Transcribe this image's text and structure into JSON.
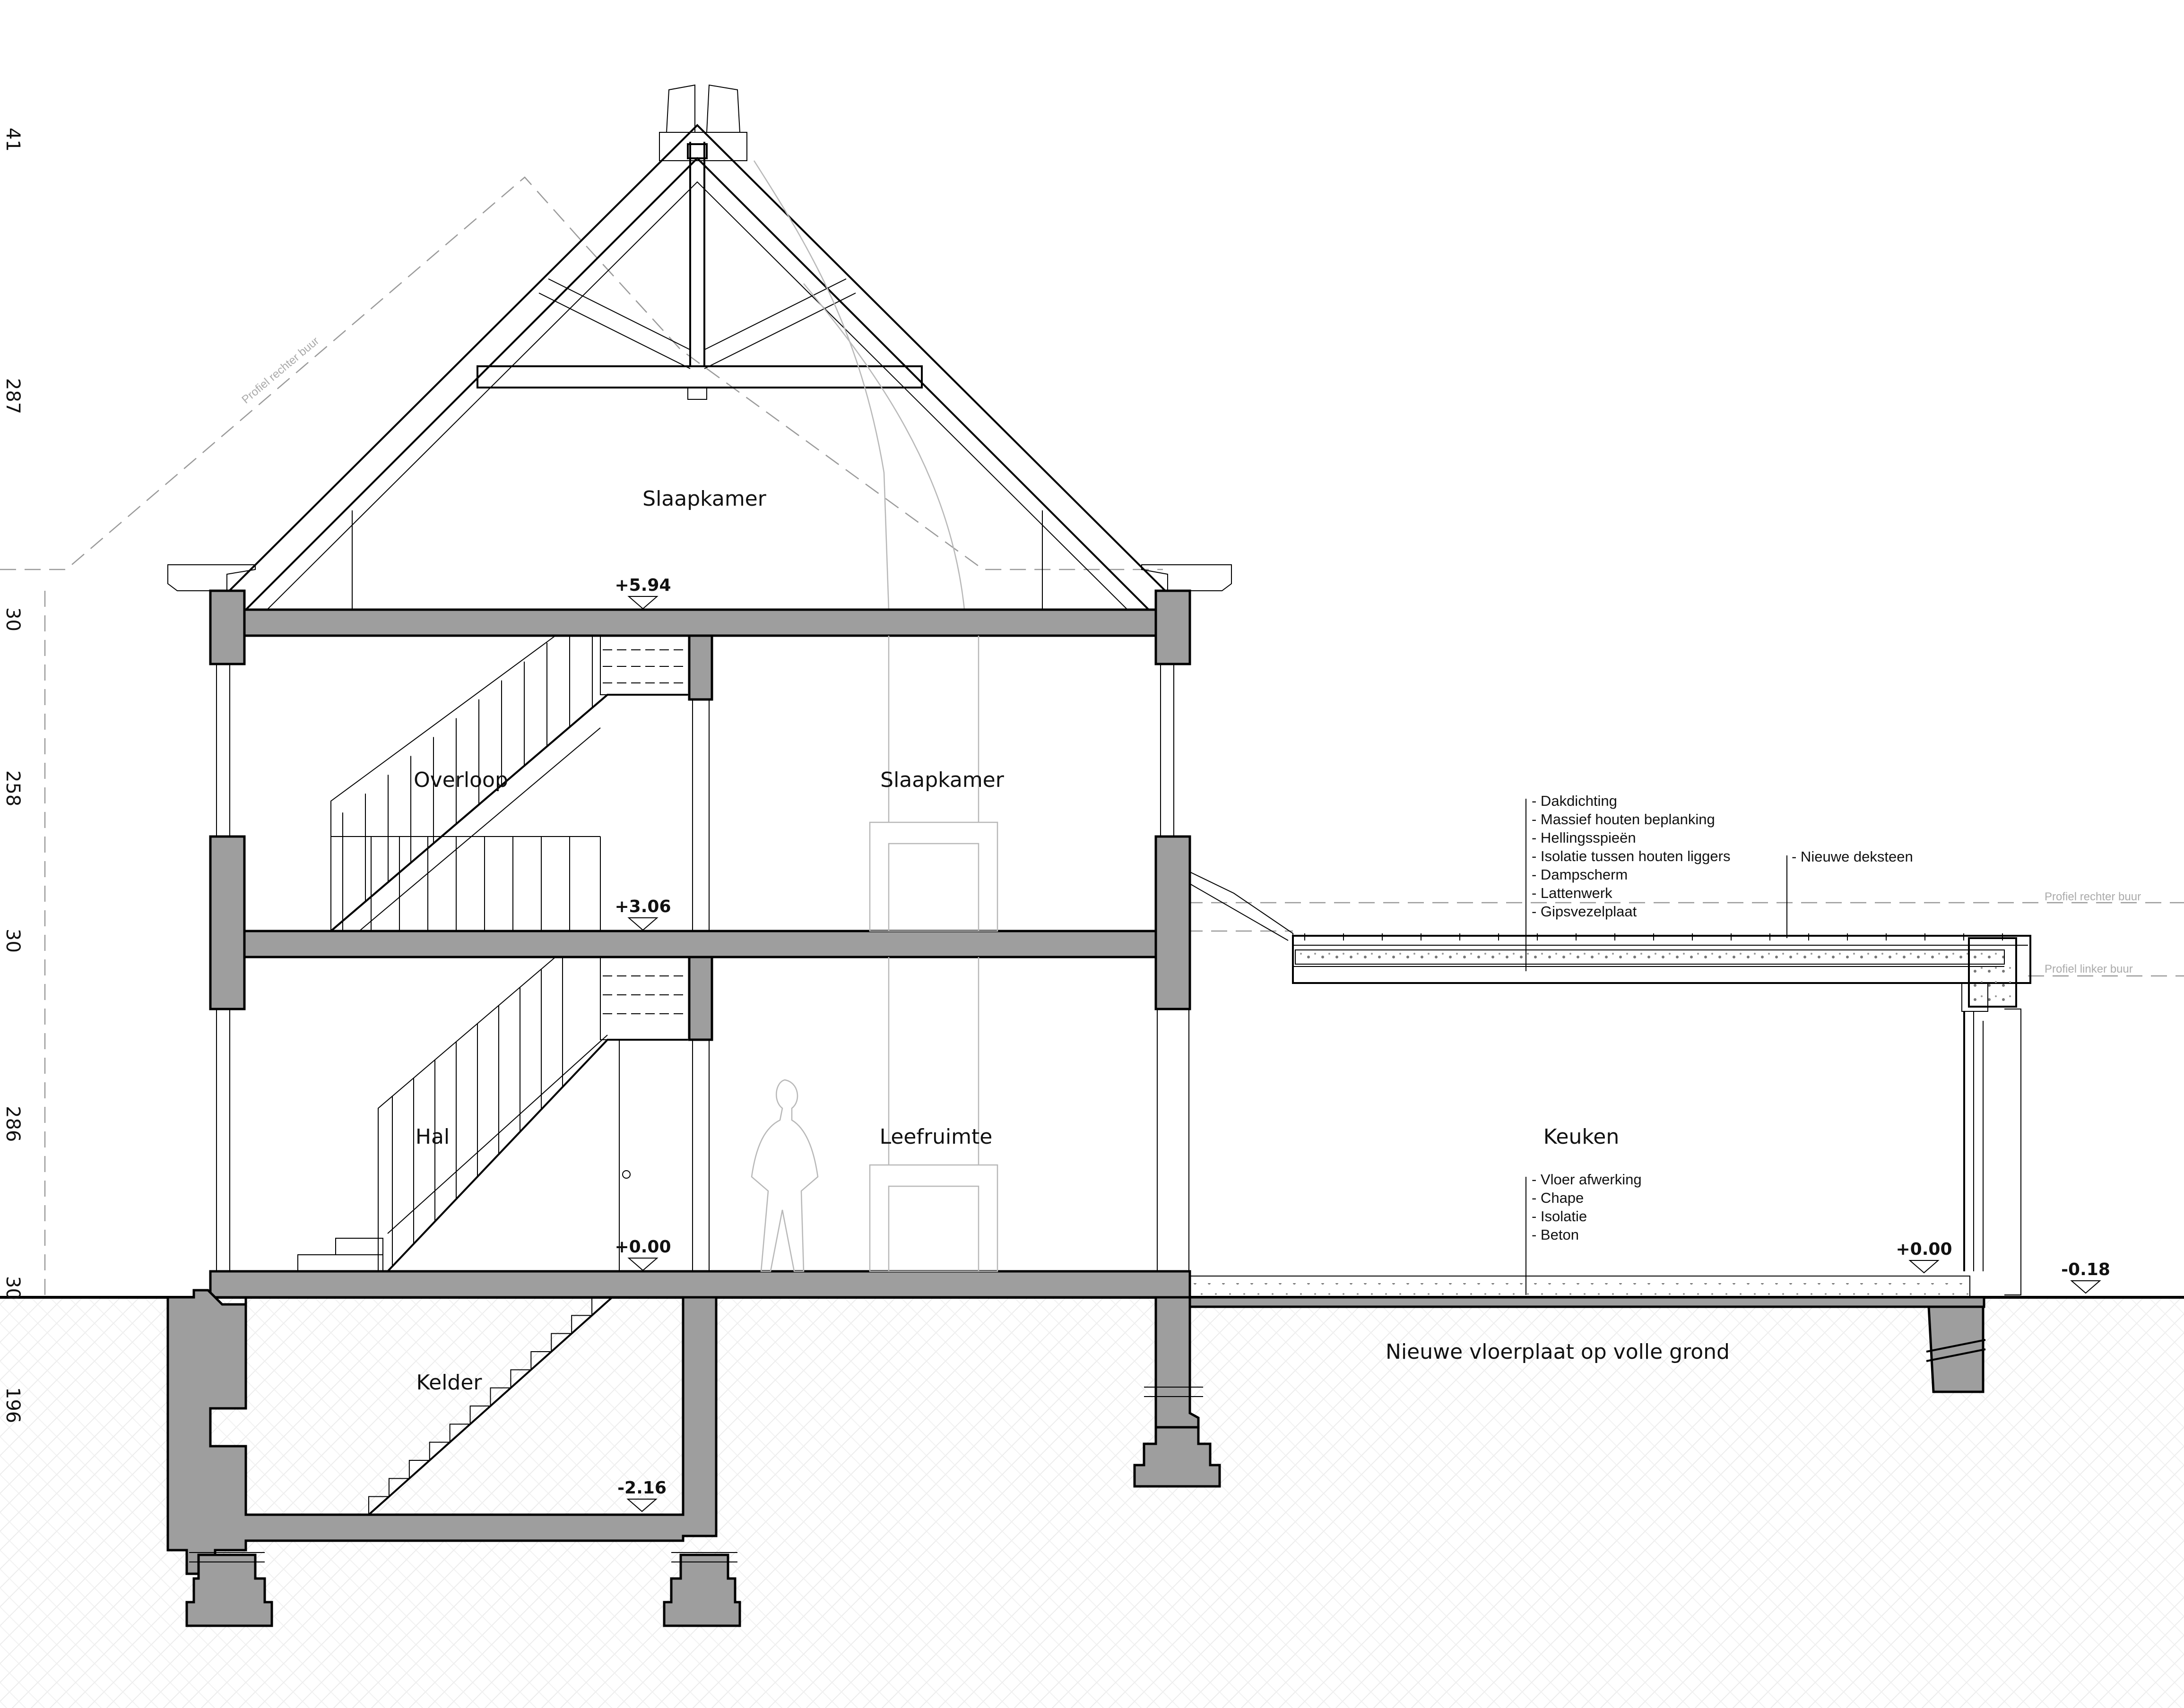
{
  "rooms": {
    "attic_bedroom": "Slaapkamer",
    "landing": "Overloop",
    "first_floor_bedroom": "Slaapkamer",
    "hall": "Hal",
    "living_room": "Leefruimte",
    "kitchen": "Keuken",
    "cellar": "Kelder"
  },
  "levels": {
    "attic_floor": "+5.94",
    "first_floor": "+3.06",
    "ground_floor": "+0.00",
    "kitchen_floor": "+0.00",
    "exterior_ground": "-0.18",
    "cellar_floor": "-2.16"
  },
  "roof_build_up": [
    "- Dakdichting",
    "- Massief houten beplanking",
    "- Hellingsspieën",
    "- Isolatie tussen houten liggers",
    "- Dampscherm",
    "- Lattenwerk",
    "- Gipsvezelplaat"
  ],
  "coping_note": "- Nieuwe deksteen",
  "floor_build_up": [
    "- Vloer afwerking",
    "- Chape",
    "- Isolatie",
    "- Beton"
  ],
  "slab_note": "Nieuwe vloerplaat op volle grond",
  "profiles": {
    "right_neighbour_roof": "Profiel rechter buur",
    "right_neighbour": "Profiel rechter buur",
    "left_neighbour": "Profiel linker buur"
  },
  "side_dimensions": [
    "41",
    "287",
    "30",
    "258",
    "30",
    "286",
    "30",
    "196"
  ],
  "colors": {
    "cut_section": "#9e9e9e",
    "line": "#000000",
    "hidden_line": "#b8b8b8",
    "neighbour_profile": "#9a9a9a"
  }
}
